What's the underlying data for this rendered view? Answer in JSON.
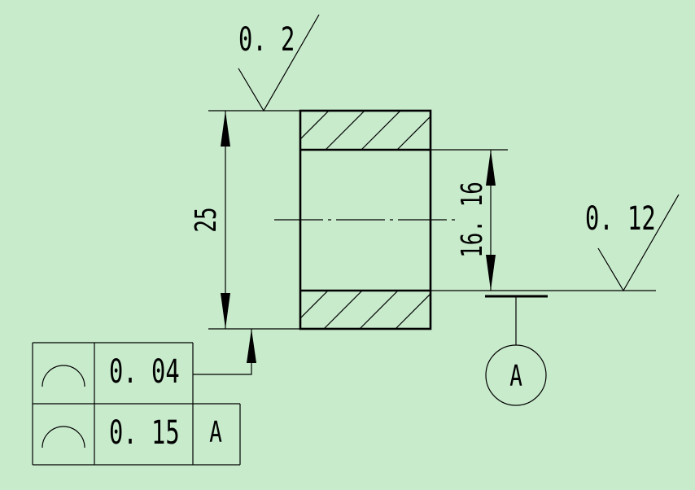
{
  "surface_roughness": [
    {
      "value": "0. 2"
    },
    {
      "value": "0. 12"
    }
  ],
  "dimensions": {
    "outer_height": "25",
    "inner_height": "16. 16"
  },
  "datum": {
    "label": "A"
  },
  "tolerance_frames": [
    {
      "symbol": "surface-profile",
      "value": "0. 04"
    },
    {
      "symbol": "surface-profile",
      "value": "0. 15",
      "datum": "A"
    }
  ],
  "colors": {
    "background": "#c8ebcc",
    "stroke": "#000000"
  }
}
